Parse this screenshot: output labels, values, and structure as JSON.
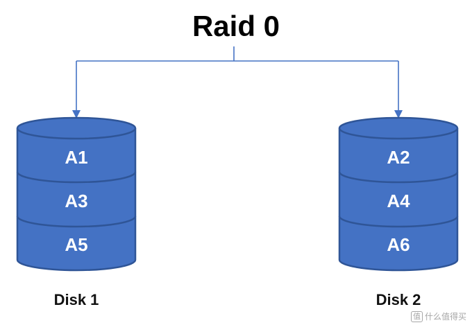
{
  "title": "Raid 0",
  "diagram": {
    "disks": [
      {
        "label": "Disk 1",
        "blocks": [
          "A1",
          "A3",
          "A5"
        ]
      },
      {
        "label": "Disk 2",
        "blocks": [
          "A2",
          "A4",
          "A6"
        ]
      }
    ]
  },
  "colors": {
    "cylinder_fill": "#4472C4",
    "cylinder_stroke": "#2F5597",
    "connector_line": "#4472C4",
    "block_text": "#FFFFFF",
    "title_text": "#000000"
  },
  "watermark": {
    "logo": "值",
    "text": "什么值得买"
  }
}
